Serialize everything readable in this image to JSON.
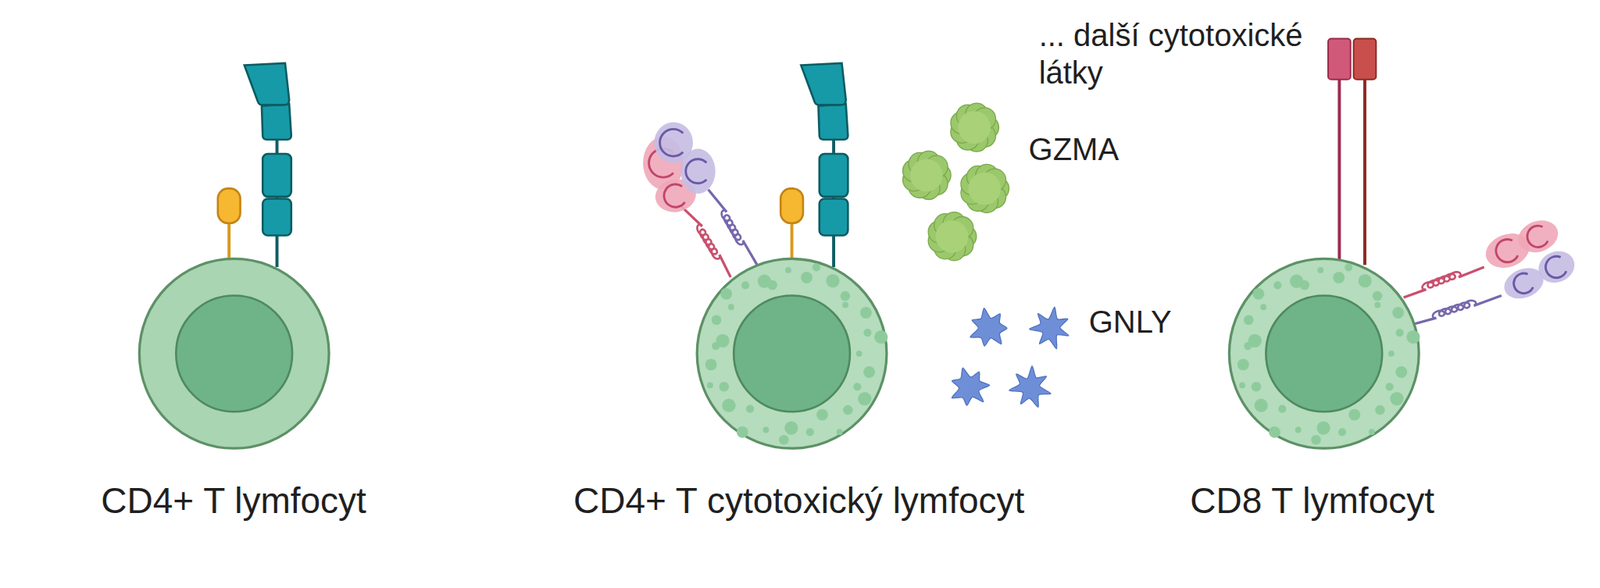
{
  "diagram": {
    "nodes": [
      {
        "text": [
          "CD4+ T lymfocyt"
        ]
      },
      {
        "text": [
          "CD4+ T cytotoxický lymfocyt"
        ]
      },
      {
        "text": [
          "CD8 T lymfocyt"
        ]
      }
    ],
    "labels": [
      "... další cytotoxické látky",
      "GZMA",
      "GNLY"
    ]
  }
}
